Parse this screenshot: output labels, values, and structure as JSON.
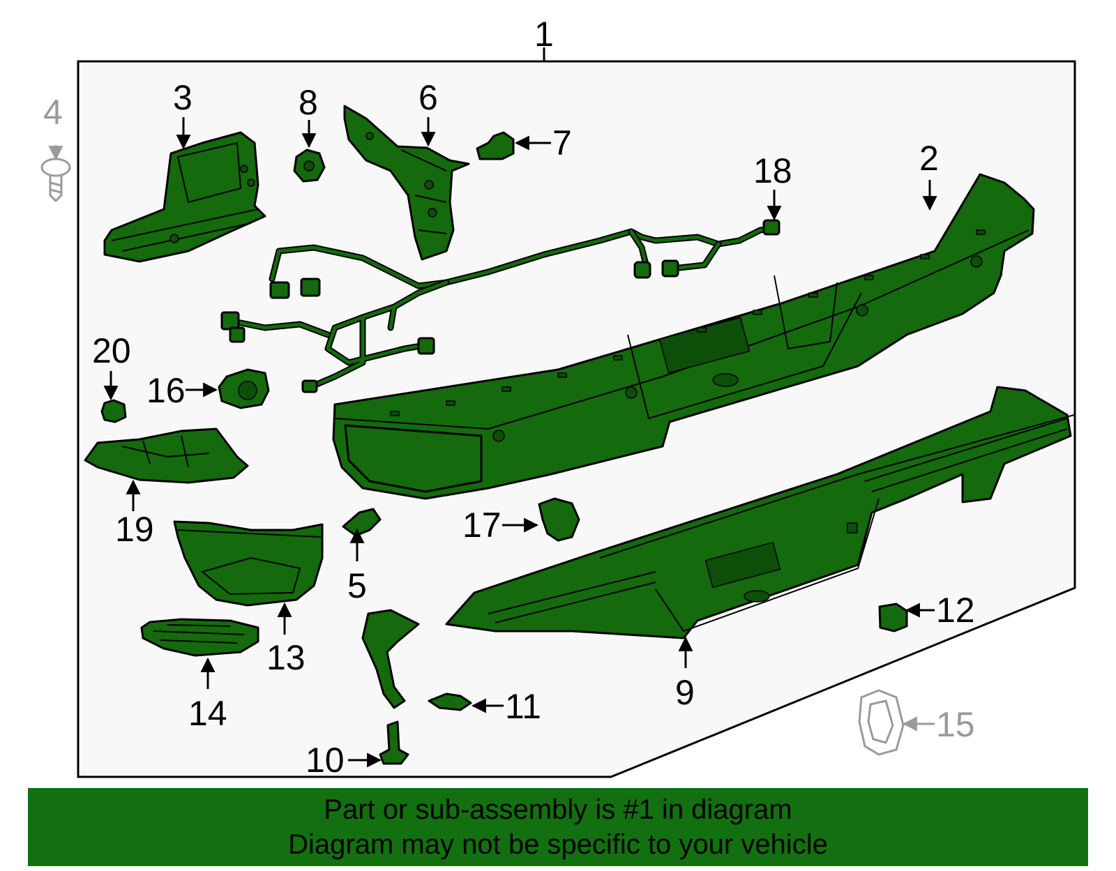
{
  "callouts": {
    "c1": "1",
    "c2": "2",
    "c3": "3",
    "c4": "4",
    "c5": "5",
    "c6": "6",
    "c7": "7",
    "c8": "8",
    "c9": "9",
    "c10": "10",
    "c11": "11",
    "c12": "12",
    "c13": "13",
    "c14": "14",
    "c15": "15",
    "c16": "16",
    "c17": "17",
    "c18": "18",
    "c19": "19",
    "c20": "20"
  },
  "banner": {
    "line1": "Part or sub-assembly is #1 in diagram",
    "line2": "Diagram may not be specific to your vehicle"
  },
  "colors": {
    "part_fill": "#146a0c",
    "banner_bg": "#137010",
    "ghost_part": "#9a9a9a"
  }
}
